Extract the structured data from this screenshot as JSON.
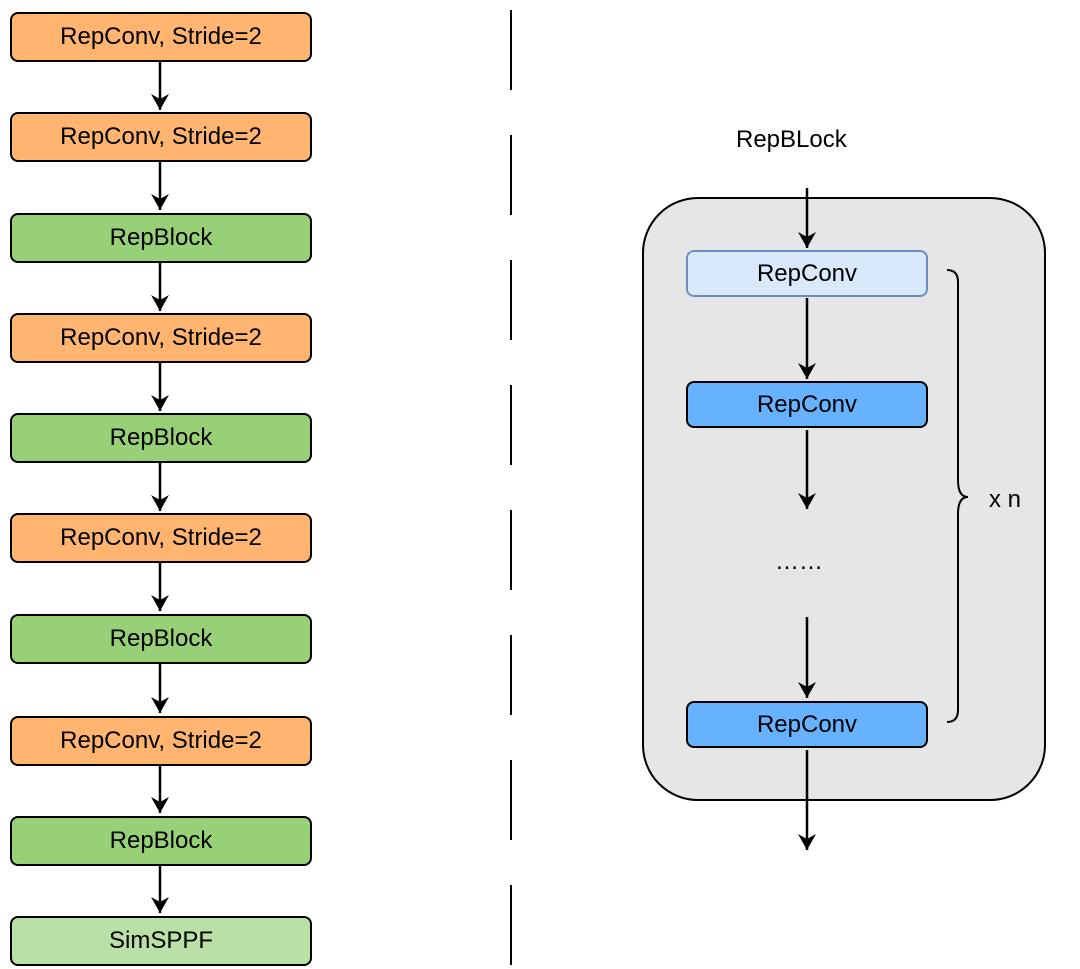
{
  "backbone": {
    "nodes": [
      {
        "label": "RepConv, Stride=2",
        "kind": "repconv_s2"
      },
      {
        "label": "RepConv, Stride=2",
        "kind": "repconv_s2"
      },
      {
        "label": "RepBlock",
        "kind": "repblock"
      },
      {
        "label": "RepConv, Stride=2",
        "kind": "repconv_s2"
      },
      {
        "label": "RepBlock",
        "kind": "repblock"
      },
      {
        "label": "RepConv, Stride=2",
        "kind": "repconv_s2"
      },
      {
        "label": "RepBlock",
        "kind": "repblock"
      },
      {
        "label": "RepConv, Stride=2",
        "kind": "repconv_s2"
      },
      {
        "label": "RepBlock",
        "kind": "repblock"
      },
      {
        "label": "SimSPPF",
        "kind": "simsppf"
      }
    ]
  },
  "repblock_detail": {
    "title": "RepBLock",
    "first": "RepConv",
    "second": "RepConv",
    "ellipsis": "……",
    "last": "RepConv",
    "repeat": "x n"
  },
  "colors": {
    "repconv_s2": "#FFB570",
    "repblock": "#97D077",
    "simsppf": "#B9E0A5",
    "inner_first": "#DAE8FC",
    "inner_first_border": "#6C8EBF",
    "inner_main": "#66B2FF",
    "container_fill": "#E6E6E6",
    "line": "#000000"
  }
}
